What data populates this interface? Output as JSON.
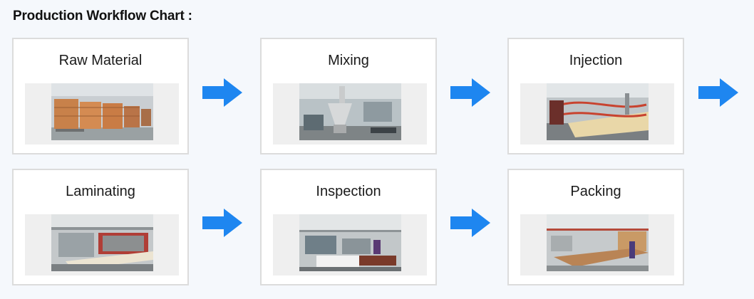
{
  "page_title": "Production Workflow Chart :",
  "colors": {
    "arrow": "#1e86f0",
    "card_border": "#dcdcdc",
    "photo_band": "#efefef"
  },
  "steps": [
    {
      "label": "Raw Material",
      "photo": "warehouse-pallets-photo"
    },
    {
      "label": "Mixing",
      "photo": "mixing-machine-photo"
    },
    {
      "label": "Injection",
      "photo": "extrusion-line-photo"
    },
    {
      "label": "Laminating",
      "photo": "laminating-machine-photo"
    },
    {
      "label": "Inspection",
      "photo": "inspection-line-photo"
    },
    {
      "label": "Packing",
      "photo": "packing-area-photo"
    }
  ],
  "arrow_icon": "right-arrow-icon"
}
